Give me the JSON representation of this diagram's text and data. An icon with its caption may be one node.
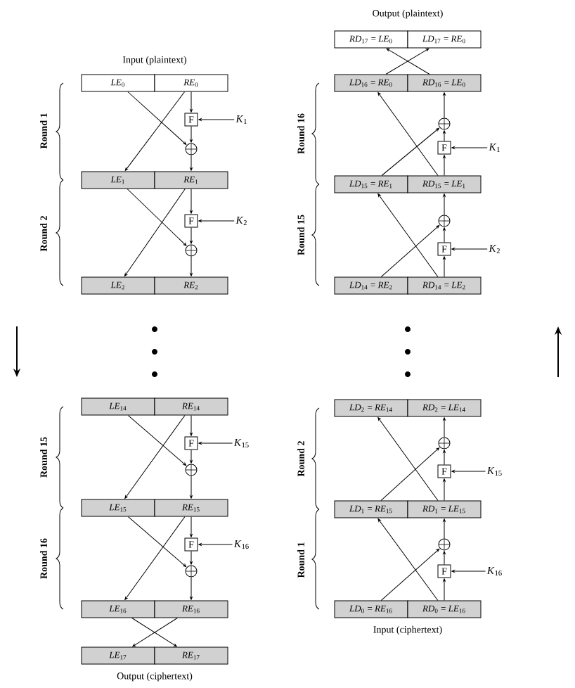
{
  "diagram": {
    "nodes": [
      {
        "text": [
          "*LE*$_{0}$"
        ]
      },
      {
        "text": [
          "*RE*$_{0}$"
        ]
      },
      {
        "text": [
          "F"
        ]
      },
      {
        "text": [
          "*K*$_{1}$"
        ]
      },
      {
        "text": [],
        "shape": "circle"
      },
      {
        "text": [
          "*LE*$_{1}$"
        ]
      },
      {
        "text": [
          "*RE*$_{1}$"
        ]
      },
      {
        "text": [
          "F"
        ]
      },
      {
        "text": [
          "*K*$_{2}$"
        ]
      },
      {
        "text": [],
        "shape": "circle"
      },
      {
        "text": [
          "*LE*$_{2}$"
        ]
      },
      {
        "text": [
          "*RE*$_{2}$"
        ]
      },
      {
        "text": [
          "*LE*$_{14}$"
        ]
      },
      {
        "text": [
          "*RE*$_{14}$"
        ]
      },
      {
        "text": [
          "F"
        ]
      },
      {
        "text": [
          "*K*$_{15}$"
        ]
      },
      {
        "text": [],
        "shape": "circle"
      },
      {
        "text": [
          "*LE*$_{15}$"
        ]
      },
      {
        "text": [
          "*RE*$_{15}$"
        ]
      },
      {
        "text": [
          "F"
        ]
      },
      {
        "text": [
          "*K*$_{16}$"
        ]
      },
      {
        "text": [],
        "shape": "circle"
      },
      {
        "text": [
          "*LE*$_{16}$"
        ]
      },
      {
        "text": [
          "*RE*$_{16}$"
        ]
      },
      {
        "text": [
          "*LE*$_{17}$"
        ]
      },
      {
        "text": [
          "*RE*$_{17}$"
        ]
      },
      {
        "text": [
          "*RD*$_{17}$ = *LE*$_{0}$"
        ]
      },
      {
        "text": [
          "*LD*$_{17}$ = *RE*$_{0}$"
        ]
      },
      {
        "text": [
          "*LD*$_{16}$ = *RE*$_{0}$"
        ]
      },
      {
        "text": [
          "*RD*$_{16}$ = *LE*$_{0}$"
        ]
      },
      {
        "text": [],
        "shape": "circle"
      },
      {
        "text": [
          "F"
        ]
      },
      {
        "text": [
          "*K*$_{1}$"
        ]
      },
      {
        "text": [
          "*LD*$_{15}$ = *RE*$_{1}$"
        ]
      },
      {
        "text": [
          "*RD*$_{15}$ = *LE*$_{1}$"
        ]
      },
      {
        "text": [],
        "shape": "circle"
      },
      {
        "text": [
          "F"
        ]
      },
      {
        "text": [
          "*K*$_{2}$"
        ]
      },
      {
        "text": [
          "*LD*$_{14}$ = *RE*$_{2}$"
        ]
      },
      {
        "text": [
          "*RD*$_{14}$ = *LE*$_{2}$"
        ]
      },
      {
        "text": [
          "*LD*$_{2}$ = *RE*$_{14}$"
        ]
      },
      {
        "text": [
          "*RD*$_{2}$ = *LE*$_{14}$"
        ]
      },
      {
        "text": [],
        "shape": "circle"
      },
      {
        "text": [
          "F"
        ]
      },
      {
        "text": [
          "*K*$_{15}$"
        ]
      },
      {
        "text": [
          "*LD*$_{1}$ = *RE*$_{15}$"
        ]
      },
      {
        "text": [
          "*RD*$_{1}$ = *LE*$_{15}$"
        ]
      },
      {
        "text": [],
        "shape": "circle"
      },
      {
        "text": [
          "F"
        ]
      },
      {
        "text": [
          "*K*$_{16}$"
        ]
      },
      {
        "text": [
          "*LD*$_{0}$ = *RE*$_{16}$"
        ]
      },
      {
        "text": [
          "*RD*$_{0}$ = *LE*$_{16}$"
        ]
      }
    ],
    "edges": [
      {
        "from": 1,
        "to": 2,
        "arrow": "to"
      },
      {
        "from": 3,
        "to": 2,
        "arrow": "to"
      },
      {
        "from": 2,
        "to": 4,
        "arrow": "to"
      },
      {
        "from": 0,
        "to": 4,
        "arrow": "to"
      },
      {
        "from": 4,
        "to": 6,
        "arrow": "to"
      },
      {
        "from": 1,
        "to": 5,
        "arrow": "to"
      },
      {
        "from": 6,
        "to": 7,
        "arrow": "to"
      },
      {
        "from": 8,
        "to": 7,
        "arrow": "to"
      },
      {
        "from": 7,
        "to": 9,
        "arrow": "to"
      },
      {
        "from": 5,
        "to": 9,
        "arrow": "to"
      },
      {
        "from": 9,
        "to": 11,
        "arrow": "to"
      },
      {
        "from": 6,
        "to": 10,
        "arrow": "to"
      },
      {
        "from": 13,
        "to": 14,
        "arrow": "to"
      },
      {
        "from": 15,
        "to": 14,
        "arrow": "to"
      },
      {
        "from": 14,
        "to": 16,
        "arrow": "to"
      },
      {
        "from": 12,
        "to": 16,
        "arrow": "to"
      },
      {
        "from": 16,
        "to": 18,
        "arrow": "to"
      },
      {
        "from": 13,
        "to": 17,
        "arrow": "to"
      },
      {
        "from": 18,
        "to": 19,
        "arrow": "to"
      },
      {
        "from": 20,
        "to": 19,
        "arrow": "to"
      },
      {
        "from": 19,
        "to": 21,
        "arrow": "to"
      },
      {
        "from": 17,
        "to": 21,
        "arrow": "to"
      },
      {
        "from": 21,
        "to": 23,
        "arrow": "to"
      },
      {
        "from": 18,
        "to": 22,
        "arrow": "to"
      },
      {
        "from": 22,
        "to": 25,
        "arrow": "to"
      },
      {
        "from": 23,
        "to": 24,
        "arrow": "to"
      },
      {
        "from": 51,
        "to": 48,
        "arrow": "to"
      },
      {
        "from": 49,
        "to": 48,
        "arrow": "to"
      },
      {
        "from": 48,
        "to": 47,
        "arrow": "to"
      },
      {
        "from": 50,
        "to": 47,
        "arrow": "to"
      },
      {
        "from": 47,
        "to": 46,
        "arrow": "to"
      },
      {
        "from": 51,
        "to": 45,
        "arrow": "to"
      },
      {
        "from": 46,
        "to": 43,
        "arrow": "to"
      },
      {
        "from": 44,
        "to": 43,
        "arrow": "to"
      },
      {
        "from": 43,
        "to": 42,
        "arrow": "to"
      },
      {
        "from": 45,
        "to": 42,
        "arrow": "to"
      },
      {
        "from": 42,
        "to": 41,
        "arrow": "to"
      },
      {
        "from": 46,
        "to": 40,
        "arrow": "to"
      },
      {
        "from": 39,
        "to": 36,
        "arrow": "to"
      },
      {
        "from": 37,
        "to": 36,
        "arrow": "to"
      },
      {
        "from": 36,
        "to": 35,
        "arrow": "to"
      },
      {
        "from": 38,
        "to": 35,
        "arrow": "to"
      },
      {
        "from": 35,
        "to": 34,
        "arrow": "to"
      },
      {
        "from": 39,
        "to": 33,
        "arrow": "to"
      },
      {
        "from": 34,
        "to": 31,
        "arrow": "to"
      },
      {
        "from": 32,
        "to": 31,
        "arrow": "to"
      },
      {
        "from": 31,
        "to": 30,
        "arrow": "to"
      },
      {
        "from": 33,
        "to": 30,
        "arrow": "to"
      },
      {
        "from": 30,
        "to": 29,
        "arrow": "to"
      },
      {
        "from": 34,
        "to": 28,
        "arrow": "to"
      },
      {
        "from": 28,
        "to": 27,
        "arrow": "to"
      },
      {
        "from": 29,
        "to": 26,
        "arrow": "to"
      }
    ],
    "labels": [
      "Output (plaintext)",
      "Input (plaintext)",
      "Round 1",
      "Round 16",
      "Round 2",
      "Round 15",
      "Round 15",
      "Round 2",
      "Round 16",
      "Round 1",
      "Input (ciphertext)",
      "Output (ciphertext)"
    ]
  }
}
